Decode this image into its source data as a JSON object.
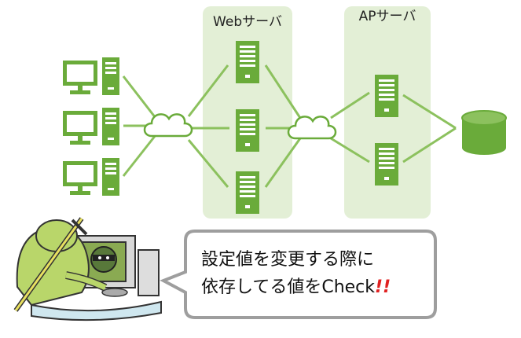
{
  "zones": {
    "web_label": "Webサーバ",
    "ap_label": "APサーバ"
  },
  "bubble": {
    "line1": "設定値を変更する際に",
    "line2": "依存してる値をCheck",
    "emphasis": "!!"
  },
  "colors": {
    "accent_green": "#6aab3a",
    "zone_fill": "#e3efd6",
    "line_green": "#8cc15e",
    "alert_red": "#e02020"
  },
  "icons": [
    "pc-icon",
    "server-icon",
    "cloud-icon",
    "database-icon",
    "ninja-hacker-icon"
  ]
}
